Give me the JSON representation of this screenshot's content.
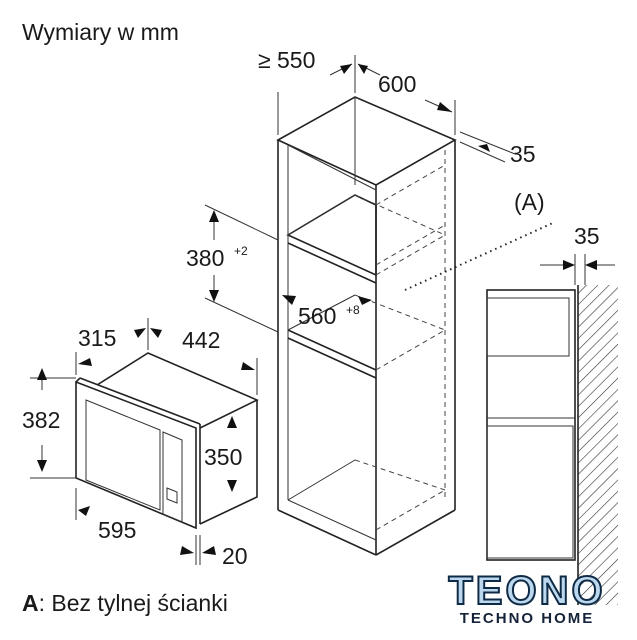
{
  "title": "Wymiary w mm",
  "cabinet": {
    "depth": "≥ 550",
    "width": "600",
    "side_panel": "35",
    "niche_height": "380",
    "niche_height_tol": "+2",
    "niche_width": "560",
    "niche_width_tol": "+8",
    "label_a": "(A)",
    "wall_gap": "35"
  },
  "microwave": {
    "depth_front": "315",
    "depth": "442",
    "height_frame": "382",
    "height_body": "350",
    "width_frame": "595",
    "frame_depth": "20"
  },
  "footnote": {
    "key": "A",
    "text": ": Bez tylnej ścianki"
  },
  "logo": {
    "main": "TEONO",
    "sub": "TECHNO HOME"
  }
}
